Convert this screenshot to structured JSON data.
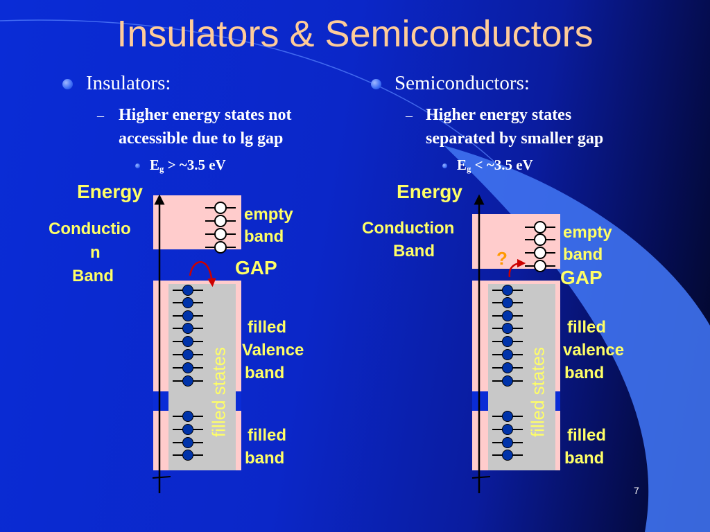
{
  "title": "Insulators & Semiconductors",
  "page_number": "7",
  "left": {
    "heading": "Insulators:",
    "sub_line1": "Higher energy states not",
    "sub_line2": "accessible due to lg gap",
    "eg_symbol": "E",
    "eg_subscript": "g",
    "eg_value": " > ~3.5 eV"
  },
  "right": {
    "heading": "Semiconductors:",
    "sub_line1": "Higher energy states",
    "sub_line2": "separated by smaller gap",
    "eg_symbol": "E",
    "eg_subscript": "g",
    "eg_value": " < ~3.5 eV"
  },
  "dash_symbol": "–",
  "diagram_left": {
    "energy": "Energy",
    "conduction_l1": "Conductio",
    "conduction_l2": "n",
    "conduction_l3": "Band",
    "empty_l1": "empty",
    "empty_l2": "band",
    "gap": "GAP",
    "filled_valence_l1": "filled",
    "filled_valence_l2": "Valence",
    "filled_valence_l3": "band",
    "filled_band_l1": "filled",
    "filled_band_l2": "band",
    "filled_states": "filled states"
  },
  "diagram_right": {
    "energy": "Energy",
    "conduction_l1": "Conduction",
    "conduction_l2": "Band",
    "question": "?",
    "empty_l1": "empty",
    "empty_l2": "band",
    "gap": "GAP",
    "filled_valence_l1": "filled",
    "filled_valence_l2": "valence",
    "filled_valence_l3": "band",
    "filled_band_l1": "filled",
    "filled_band_l2": "band",
    "filled_states": "filled states"
  },
  "colors": {
    "title": "#ffcc99",
    "label_yellow": "#ffff66",
    "band_fill": "#ffcccc",
    "filled_column": "#c8c8c8",
    "electron_filled": "#0033aa",
    "electron_empty": "#ffffff",
    "arrow_red": "#cc0000"
  }
}
